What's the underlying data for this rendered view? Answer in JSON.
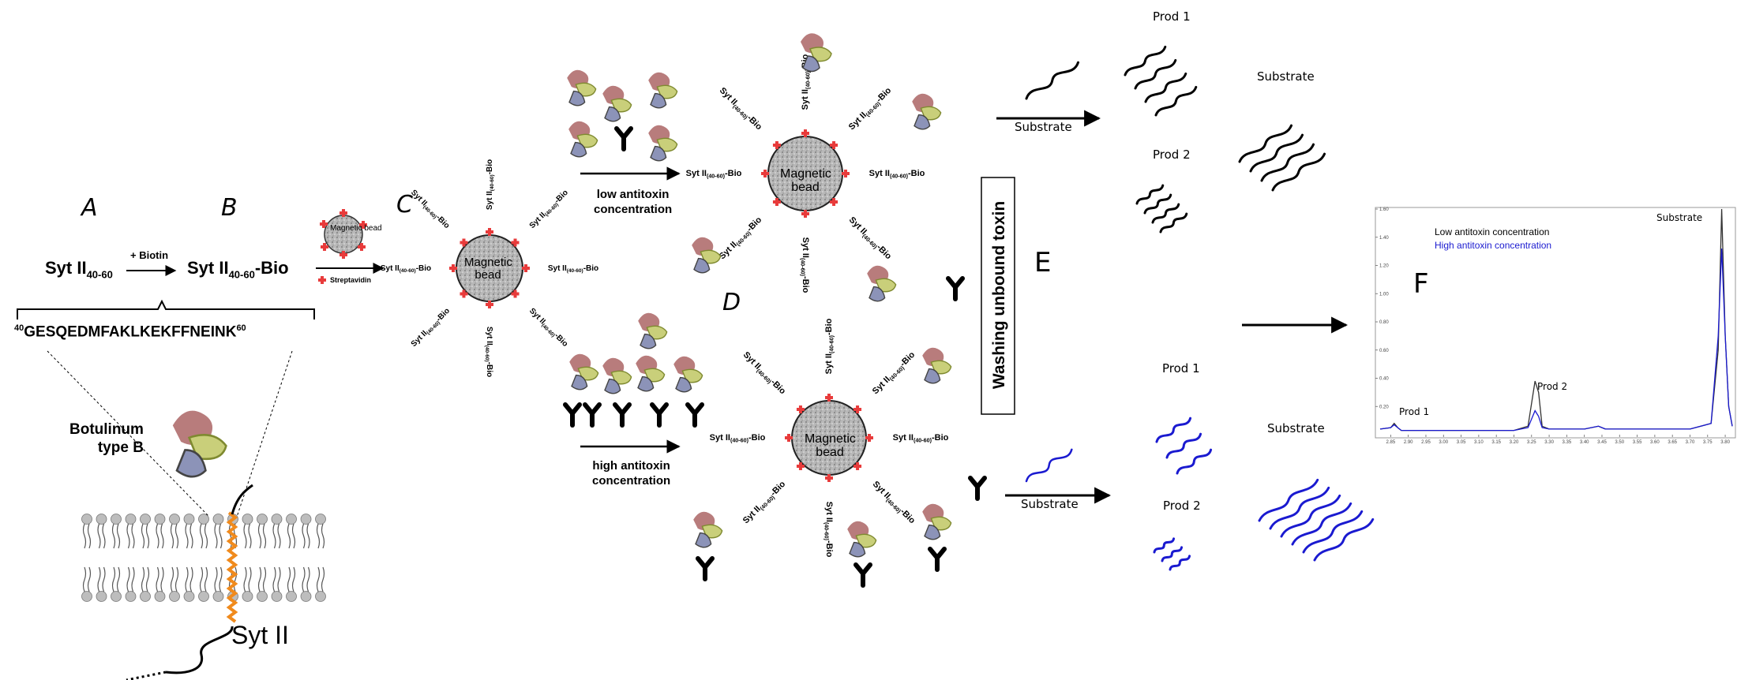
{
  "panels": {
    "a": "A",
    "b": "B",
    "c": "C",
    "d": "D",
    "e": "E",
    "f": "F"
  },
  "step_a": {
    "peptide": "Syt II",
    "peptide_sub": "40-60",
    "biotin": "+ Biotin"
  },
  "step_b": {
    "product": "Syt II",
    "product_sub": "40-60",
    "product_suffix": "-Bio"
  },
  "sequence": {
    "start": "40",
    "text": "GESQEDMFAKLKEKFFNEINK",
    "end": "60"
  },
  "toxin_label": {
    "line1": "Botulinum",
    "line2": "type B"
  },
  "membrane_label": "Syt II",
  "bead": {
    "small": "Magnetic bead",
    "line1": "Magnetic",
    "line2": "bead"
  },
  "streptavidin": "Streptavidin",
  "chain_label": {
    "prefix": "Syt II",
    "sub": "(40-60)",
    "suffix": "-Bio"
  },
  "arrows": {
    "low": {
      "line1": "low antitoxin",
      "line2": "concentration"
    },
    "high": {
      "line1": "high antitoxin",
      "line2": "concentration"
    }
  },
  "washing": "Washing unbound toxin",
  "reaction": {
    "substrate": "Substrate",
    "prod1": "Prod 1",
    "prod2": "Prod 2"
  },
  "chart_data": {
    "type": "line",
    "title": "",
    "xlabel": "",
    "ylabel": "",
    "xlim": [
      2.82,
      3.82
    ],
    "ylim": [
      0,
      1.6
    ],
    "x_ticks": [
      "2.85",
      "2.90",
      "2.95",
      "3.00",
      "3.05",
      "3.10",
      "3.15",
      "3.20",
      "3.25",
      "3.30",
      "3.35",
      "3.40",
      "3.45",
      "3.50",
      "3.55",
      "3.60",
      "3.65",
      "3.70",
      "3.75",
      "3.80"
    ],
    "y_ticks": [
      "0.20",
      "0.40",
      "0.60",
      "0.80",
      "1.00",
      "1.20",
      "1.40",
      "1.60"
    ],
    "series": [
      {
        "name": "Low antitoxin concentration",
        "color": "#333333",
        "x": [
          2.82,
          2.85,
          2.86,
          2.87,
          2.88,
          3.2,
          3.24,
          3.26,
          3.27,
          3.28,
          3.3,
          3.4,
          3.44,
          3.46,
          3.5,
          3.7,
          3.76,
          3.78,
          3.79,
          3.8,
          3.81,
          3.82
        ],
        "y": [
          0.04,
          0.05,
          0.08,
          0.05,
          0.03,
          0.03,
          0.06,
          0.38,
          0.3,
          0.06,
          0.04,
          0.04,
          0.06,
          0.04,
          0.04,
          0.04,
          0.08,
          0.6,
          1.6,
          0.7,
          0.2,
          0.06
        ]
      },
      {
        "name": "High antitoxin concentration",
        "color": "#1a1ad0",
        "x": [
          2.82,
          2.85,
          2.86,
          2.87,
          2.88,
          3.2,
          3.24,
          3.26,
          3.27,
          3.28,
          3.3,
          3.4,
          3.44,
          3.46,
          3.5,
          3.7,
          3.76,
          3.78,
          3.79,
          3.8,
          3.81,
          3.82
        ],
        "y": [
          0.04,
          0.05,
          0.07,
          0.05,
          0.03,
          0.03,
          0.05,
          0.17,
          0.13,
          0.05,
          0.04,
          0.04,
          0.06,
          0.04,
          0.04,
          0.04,
          0.08,
          0.7,
          1.32,
          0.7,
          0.2,
          0.06
        ]
      }
    ],
    "annotations": [
      "Prod 1",
      "Prod 2",
      "Substrate"
    ]
  }
}
